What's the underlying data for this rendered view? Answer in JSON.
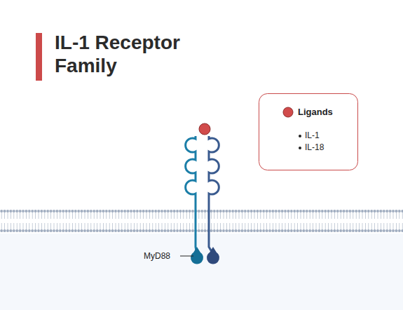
{
  "diagram": {
    "title": "IL-1 Receptor Family",
    "labels": [
      "IL-1",
      "IL-18",
      "MyD88"
    ],
    "legend": [
      {
        "text": "Ligands",
        "color": "#d14b4b"
      }
    ]
  }
}
